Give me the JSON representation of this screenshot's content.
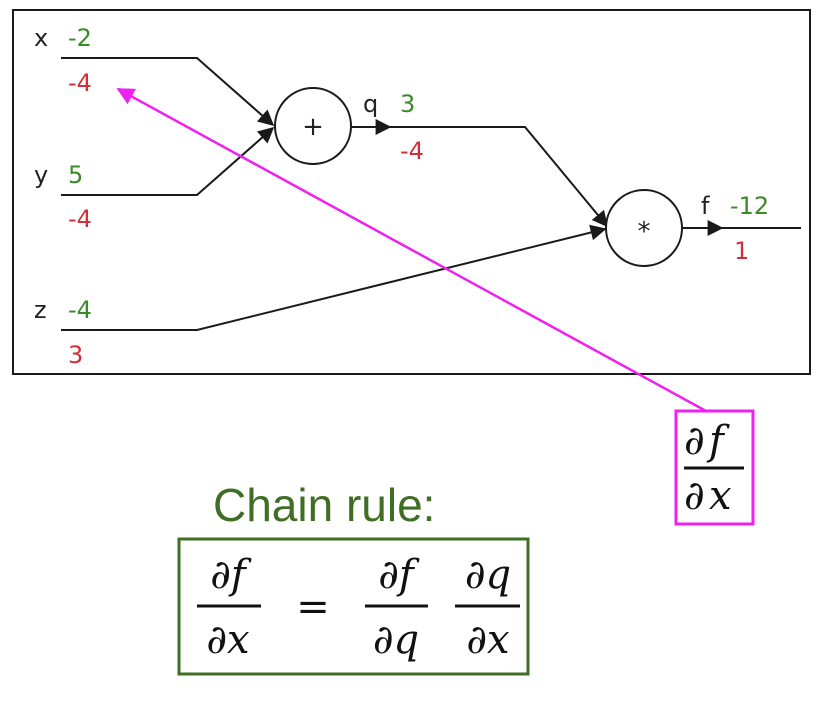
{
  "colors": {
    "forward": "#3a8a2a",
    "backward": "#d0303a",
    "highlight": "#ee22ee",
    "chain_box": "#3f6e24",
    "line": "#1a1a1a"
  },
  "inputs": {
    "x": {
      "name": "x",
      "forward": "-2",
      "backward": "-4"
    },
    "y": {
      "name": "y",
      "forward": "5",
      "backward": "-4"
    },
    "z": {
      "name": "z",
      "forward": "-4",
      "backward": "3"
    }
  },
  "nodes": {
    "add": {
      "op": "+",
      "out_name": "q",
      "out_forward": "3",
      "out_backward": "-4"
    },
    "mul": {
      "op": "*",
      "out_name": "f",
      "out_forward": "-12",
      "out_backward": "1"
    }
  },
  "highlight_label": {
    "num_partial": "∂",
    "num_var": "f",
    "den_partial": "∂",
    "den_var": "x"
  },
  "chain_rule": {
    "title": "Chain rule:",
    "lhs_num": "∂f",
    "lhs_den": "∂x",
    "equals": "=",
    "rhs1_num": "∂f",
    "rhs1_den": "∂q",
    "rhs2_num": "∂q",
    "rhs2_den": "∂x"
  }
}
